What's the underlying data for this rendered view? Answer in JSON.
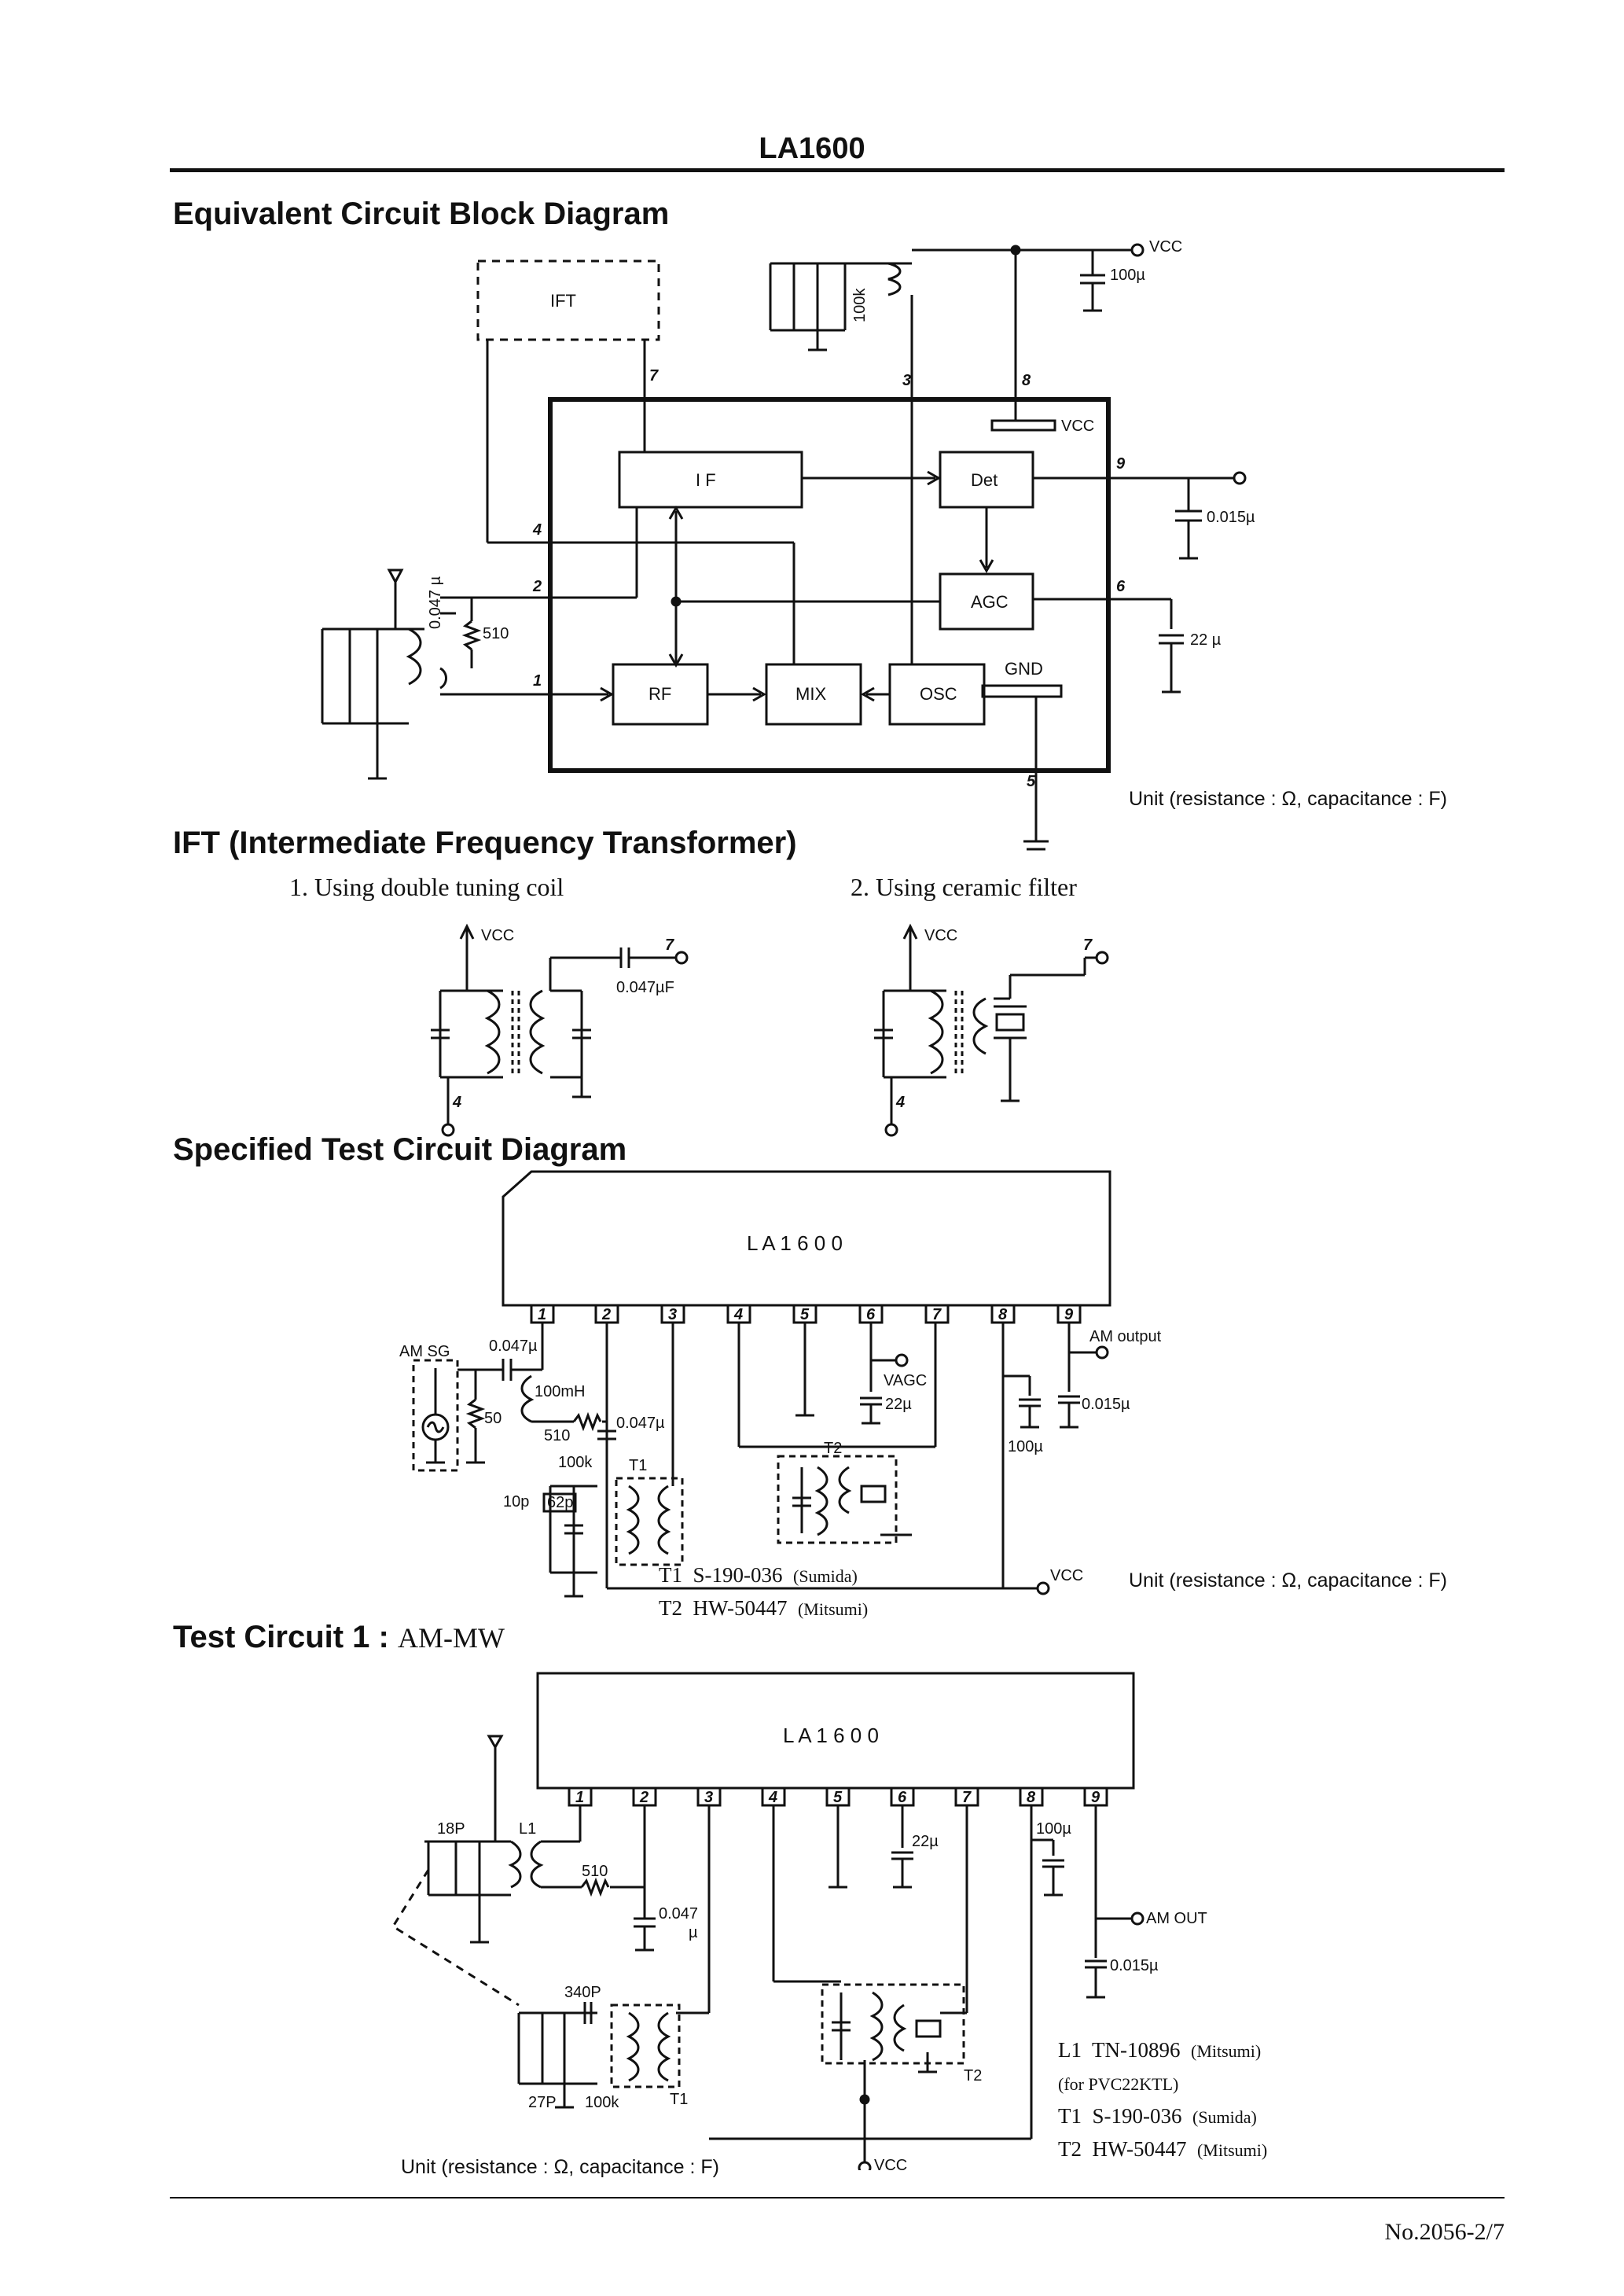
{
  "header": {
    "title": "LA1600"
  },
  "sections": {
    "block_diagram": {
      "heading": "Equivalent Circuit Block Diagram",
      "unit_note": "Unit (resistance : Ω, capacitance : F)",
      "blocks": {
        "ift": "IFT",
        "if": "I F",
        "det": "Det",
        "agc": "AGC",
        "rf": "RF",
        "mix": "MIX",
        "osc": "OSC",
        "gnd": "GND"
      },
      "vcc": "VCC",
      "vcc_inner": "VCC",
      "pins": [
        "1",
        "2",
        "3",
        "4",
        "5",
        "6",
        "7",
        "8",
        "9"
      ],
      "values": {
        "c100u": "100µ",
        "r100k": "100k",
        "c0015": "0.015µ",
        "c22u": "22 µ",
        "c0047": "0.047 µ",
        "r510": "510"
      }
    },
    "ift": {
      "heading": "IFT (Intermediate Frequency Transformer)",
      "option1": "1. Using double tuning coil",
      "option2": "2. Using ceramic filter",
      "vcc": "VCC",
      "cap": "0.047µF",
      "pin7": "7",
      "pin4": "4"
    },
    "test_circuit": {
      "heading": "Specified Test Circuit Diagram",
      "chip": "L A 1 6 0 0",
      "pins": [
        "1",
        "2",
        "3",
        "4",
        "5",
        "6",
        "7",
        "8",
        "9"
      ],
      "labels": {
        "am_sg": "AM SG",
        "c0047a": "0.047µ",
        "l100mh": "100mH",
        "r50": "50",
        "r510": "510",
        "c0047b": "0.047µ",
        "r100k": "100k",
        "t1": "T1",
        "c10p": "10p",
        "c62p": "62p",
        "t2": "T2",
        "vagc": "VAGC",
        "c22u": "22µ",
        "c100u": "100µ",
        "am_output": "AM output",
        "c0015": "0.015µ",
        "vcc": "VCC"
      },
      "notes": [
        {
          "mark": "T1",
          "part": "S-190-036",
          "maker": "(Sumida)"
        },
        {
          "mark": "T2",
          "part": "HW-50447",
          "maker": "(Mitsumi)"
        }
      ],
      "unit_note": "Unit (resistance : Ω, capacitance : F)"
    },
    "test_circuit1": {
      "heading": "Test Circuit 1 :",
      "heading_sub": "AM-MW",
      "chip": "L A 1 6 0 0",
      "pins": [
        "1",
        "2",
        "3",
        "4",
        "5",
        "6",
        "7",
        "8",
        "9"
      ],
      "labels": {
        "c18p": "18P",
        "l1": "L1",
        "r510": "510",
        "c0047": "0.047",
        "c0047u": "µ",
        "c22u": "22µ",
        "c100u": "100µ",
        "am_out": "AM OUT",
        "c0015": "0.015µ",
        "c340p": "340P",
        "c27p": "27P",
        "r100k": "100k",
        "t1": "T1",
        "t2": "T2",
        "vcc": "VCC"
      },
      "notes": [
        {
          "mark": "L1",
          "part": "TN-10896",
          "maker": "(Mitsumi)"
        },
        {
          "mark": "",
          "part": "",
          "maker": "(for PVC22KTL)"
        },
        {
          "mark": "T1",
          "part": "S-190-036",
          "maker": "(Sumida)"
        },
        {
          "mark": "T2",
          "part": "HW-50447",
          "maker": "(Mitsumi)"
        }
      ],
      "unit_note": "Unit (resistance : Ω, capacitance : F)"
    }
  },
  "footer": {
    "doc_number": "No.2056-2/7"
  }
}
